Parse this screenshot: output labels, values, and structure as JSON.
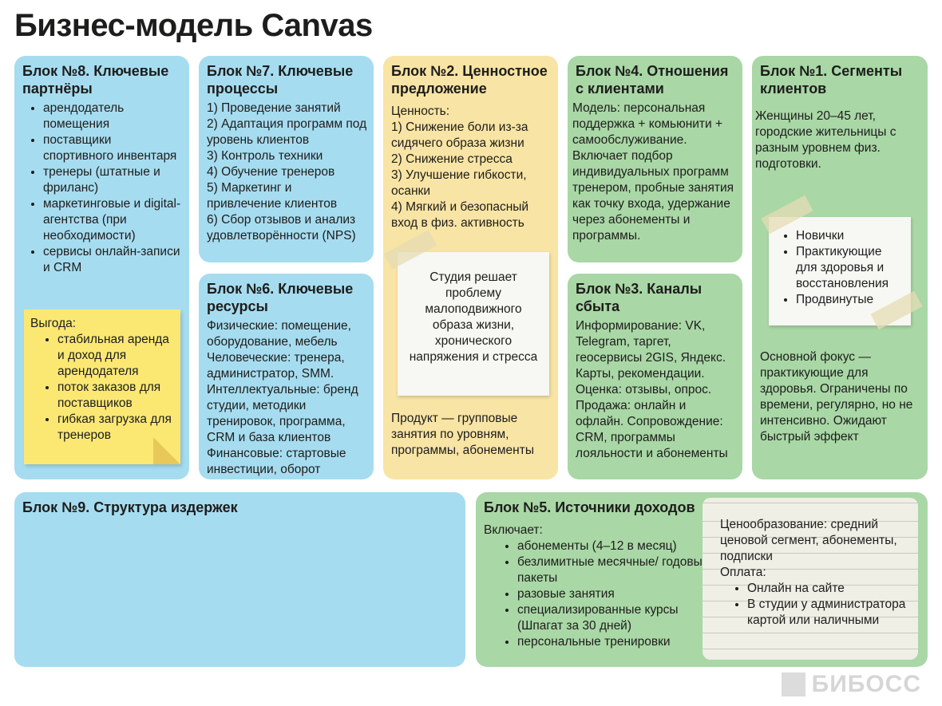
{
  "title": "Бизнес-модель Canvas",
  "b8": {
    "heading": "Блок №8. Ключевые партнёры",
    "items": [
      "арендодатель помещения",
      "поставщики спортивного инвентаря",
      "тренеры (штатные и фриланс)",
      "маркетинговые и digital-агентства (при необходимости)",
      "сервисы онлайн-записи и CRM"
    ],
    "note_title": "Выгода:",
    "note_items": [
      "стабильная аренда и доход для арендодателя",
      "поток заказов для поставщиков",
      "гибкая загрузка для тренеров"
    ]
  },
  "b7": {
    "heading": "Блок №7. Ключевые процессы",
    "lines": [
      "1) Проведение занятий",
      "2) Адаптация программ под уровень клиентов",
      "3) Контроль техники",
      "4) Обучение тренеров",
      "5) Маркетинг и привлечение клиентов",
      "6) Сбор отзывов и анализ удовлетворённости (NPS)"
    ]
  },
  "b6": {
    "heading": "Блок №6. Ключевые ресурсы",
    "text": "Физические: помещение, оборудование, мебель Человеческие: тренера, администратор, SMM. Интеллектуальные: бренд студии, методики тренировок, программа, CRM и база клиентов Финансовые: стартовые инвестиции, оборот"
  },
  "b2": {
    "heading": "Блок №2. Ценностное предложение",
    "lines": [
      "Ценность:",
      "1) Снижение боли из-за сидячего образа жизни",
      "2) Снижение стресса",
      "3) Улучшение гибкости, осанки",
      "4) Мягкий и безопасный вход в физ. активность"
    ],
    "paper": "Студия решает проблему малоподвижного образа жизни, хронического напряжения и стресса",
    "product": "Продукт — групповые занятия по уровням, программы, абонементы"
  },
  "b4": {
    "heading": "Блок №4. Отношения с клиентами",
    "text": "Модель: персональная поддержка + комьюнити + самообслуживание. Включает подбор индивидуальных программ тренером, пробные занятия как точку входа, удержание через абонементы и программы."
  },
  "b3": {
    "heading": "Блок №3. Каналы сбыта",
    "text": "Информирование: VK, Telegram, таргет, геосервисы 2GIS, Яндекс. Карты, рекомендации. Оценка: отзывы, опрос. Продажа: онлайн и офлайн. Сопровождение: CRM, программы лояльности и абонементы"
  },
  "b1": {
    "heading": "Блок №1. Сегменты клиентов",
    "text": "Женщины 20–45 лет, городские жительницы с разным уровнем физ. подготовки.",
    "segments": [
      "Новички",
      "Практикующие для здоровья и восстановления",
      "Продвинутые"
    ],
    "focus": "Основной фокус — практикующие для здоровья. Ограничены по времени, регулярно, но не интенсивно. Ожидают быстрый эффект"
  },
  "b9": {
    "heading": "Блок №9. Структура издержек"
  },
  "b5": {
    "heading": "Блок №5. Источники доходов",
    "intro": "Включает:",
    "items": [
      "абонементы (4–12 в месяц)",
      "безлимитные месячные/ годовые пакеты",
      "разовые занятия",
      "специализированные курсы (Шпагат за 30 дней)",
      "персональные тренировки"
    ],
    "pricing": "Ценообразование: средний ценовой сегмент, абонементы, подписки",
    "pay_title": "Оплата:",
    "pay_items": [
      "Онлайн на сайте",
      "В студии у администратора картой или наличными"
    ]
  },
  "logo": "БИБОСС",
  "colors": {
    "blue": "#a6dcf0",
    "yellow": "#f8e4a4",
    "green": "#a9d7a6",
    "note": "#fbe873"
  }
}
